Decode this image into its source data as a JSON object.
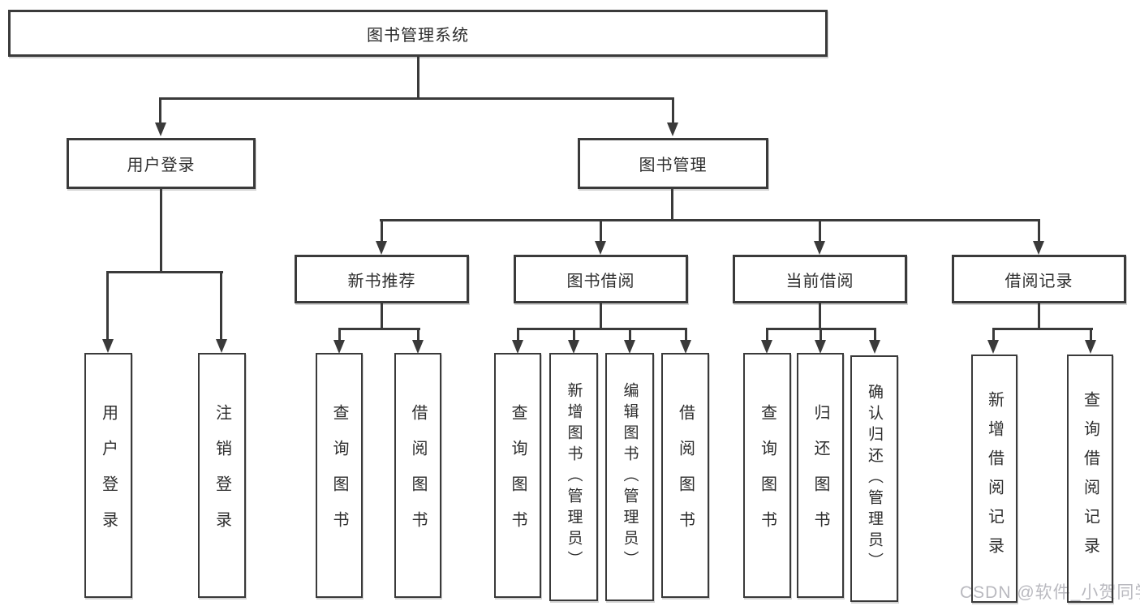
{
  "diagram": {
    "root": {
      "label": "图书管理系统",
      "children": [
        {
          "label": "用户登录",
          "children": [
            {
              "label": "用户登录"
            },
            {
              "label": "注销登录"
            }
          ]
        },
        {
          "label": "图书管理",
          "children": [
            {
              "label": "新书推荐",
              "children": [
                {
                  "label": "查询图书"
                },
                {
                  "label": "借阅图书"
                }
              ]
            },
            {
              "label": "图书借阅",
              "children": [
                {
                  "label": "查询图书"
                },
                {
                  "label": "新增图书（管理员）"
                },
                {
                  "label": "编辑图书（管理员）"
                },
                {
                  "label": "借阅图书"
                }
              ]
            },
            {
              "label": "当前借阅",
              "children": [
                {
                  "label": "查询图书"
                },
                {
                  "label": "归还图书"
                },
                {
                  "label": "确认归还（管理员）"
                }
              ]
            },
            {
              "label": "借阅记录",
              "children": [
                {
                  "label": "新增借阅记录"
                },
                {
                  "label": "查询借阅记录"
                }
              ]
            }
          ]
        }
      ]
    }
  },
  "watermark": {
    "text": "CSDN @软件_小贺同学"
  },
  "colors": {
    "line_color": "#3a3a3a",
    "text_color": "#2d2d2d",
    "box_bg": "#ffffff",
    "page_bg": "#ffffff",
    "watermark_color": "#b9b9bf"
  }
}
